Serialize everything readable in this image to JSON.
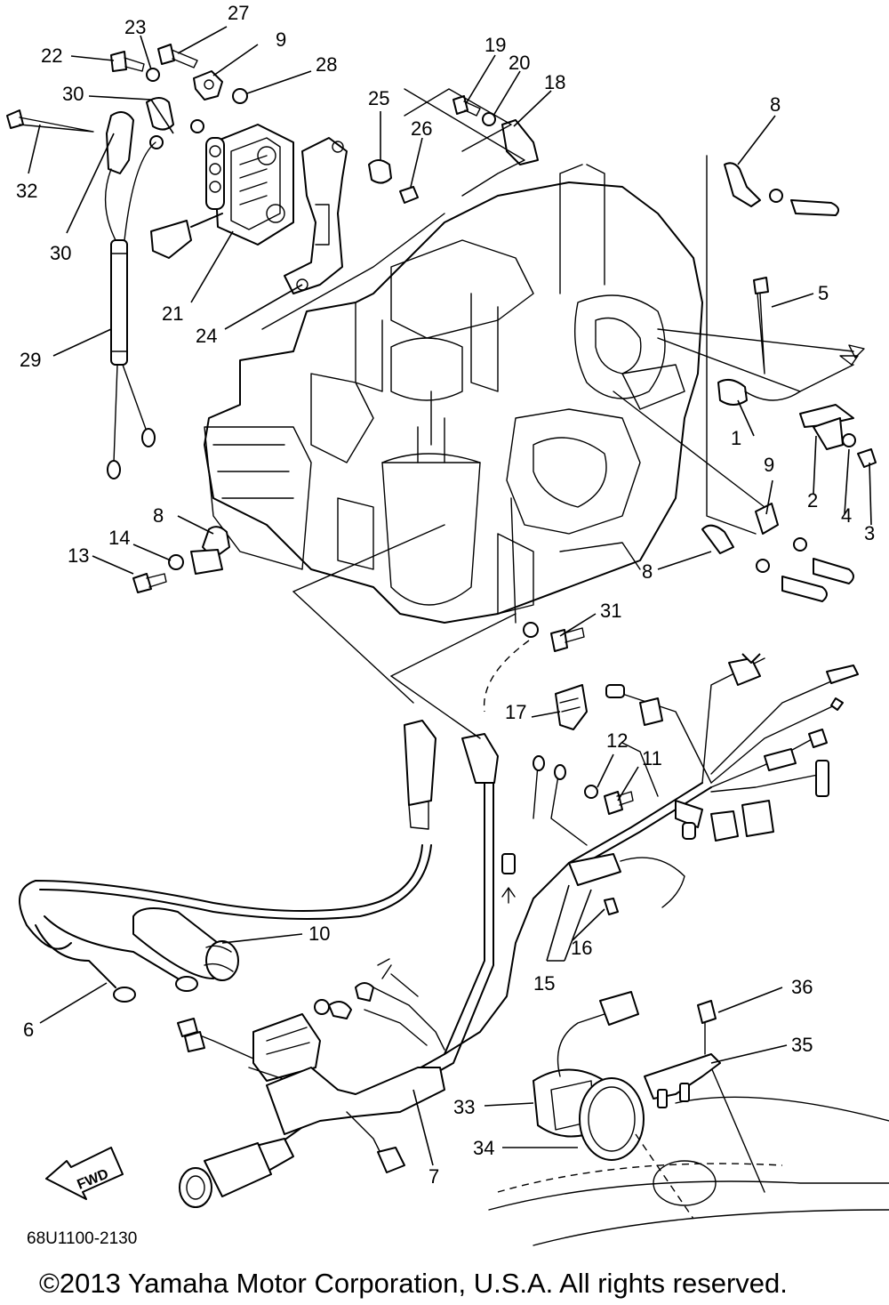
{
  "diagram": {
    "figure_code": "68U1100-2130",
    "copyright": "©2013 Yamaha Motor Corporation, U.S.A. All rights reserved.",
    "forward_arrow_label": "FWD",
    "callouts": [
      "1",
      "2",
      "3",
      "4",
      "5",
      "6",
      "7",
      "8",
      "8",
      "8",
      "9",
      "9",
      "10",
      "11",
      "12",
      "13",
      "14",
      "15",
      "16",
      "17",
      "18",
      "19",
      "20",
      "21",
      "22",
      "23",
      "24",
      "25",
      "26",
      "27",
      "28",
      "29",
      "30",
      "30",
      "31",
      "32",
      "33",
      "34",
      "35",
      "36"
    ]
  }
}
